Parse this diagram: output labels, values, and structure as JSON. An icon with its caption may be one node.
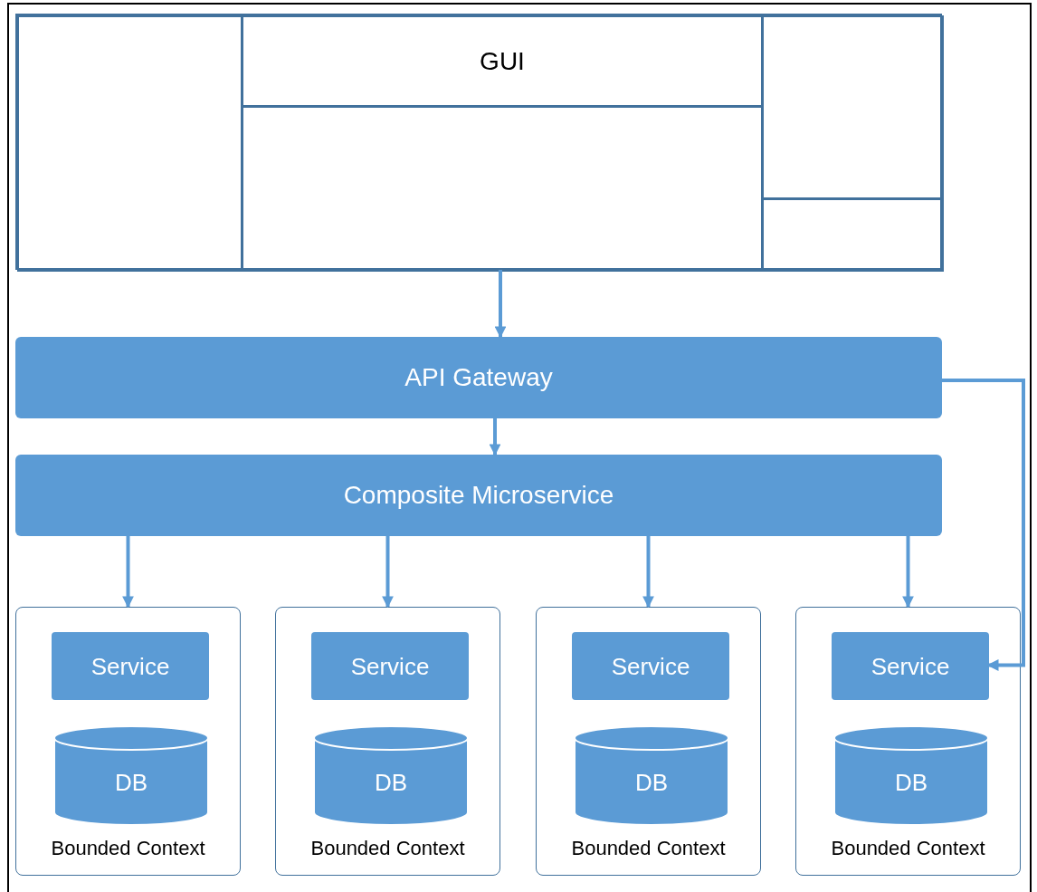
{
  "diagram": {
    "nodes": [
      {
        "text": [],
        "shape": "box"
      },
      {
        "text": [],
        "shape": "box",
        "in": 0
      },
      {
        "text": [
          "GUI"
        ],
        "in": 0
      },
      {
        "text": [],
        "shape": "box",
        "in": 0
      },
      {
        "text": [],
        "shape": "box",
        "in": 0
      },
      {
        "text": [],
        "shape": "box",
        "in": 0
      },
      {
        "text": [
          "API Gateway"
        ]
      },
      {
        "text": [
          "Composite Microservice"
        ]
      },
      {
        "text": [
          "Bounded Context"
        ]
      },
      {
        "text": [
          "Service"
        ],
        "in": 8
      },
      {
        "text": [
          "DB"
        ],
        "in": 8
      },
      {
        "text": [
          "Bounded Context"
        ]
      },
      {
        "text": [
          "Service"
        ],
        "in": 11
      },
      {
        "text": [
          "DB"
        ],
        "in": 11
      },
      {
        "text": [
          "Bounded Context"
        ]
      },
      {
        "text": [
          "Service"
        ],
        "in": 14
      },
      {
        "text": [
          "DB"
        ],
        "in": 14
      },
      {
        "text": [
          "Bounded Context"
        ]
      },
      {
        "text": [
          "Service"
        ],
        "in": 17
      },
      {
        "text": [
          "DB"
        ],
        "in": 17
      }
    ],
    "edges": [
      {
        "from": 0,
        "to": 6,
        "arrow": "to"
      },
      {
        "from": 6,
        "to": 7,
        "arrow": "to"
      },
      {
        "from": 7,
        "to": 8,
        "arrow": "to"
      },
      {
        "from": 7,
        "to": 11,
        "arrow": "to"
      },
      {
        "from": 7,
        "to": 14,
        "arrow": "to"
      },
      {
        "from": 7,
        "to": 17,
        "arrow": "to"
      },
      {
        "from": 6,
        "to": 18,
        "arrow": "to"
      }
    ]
  }
}
